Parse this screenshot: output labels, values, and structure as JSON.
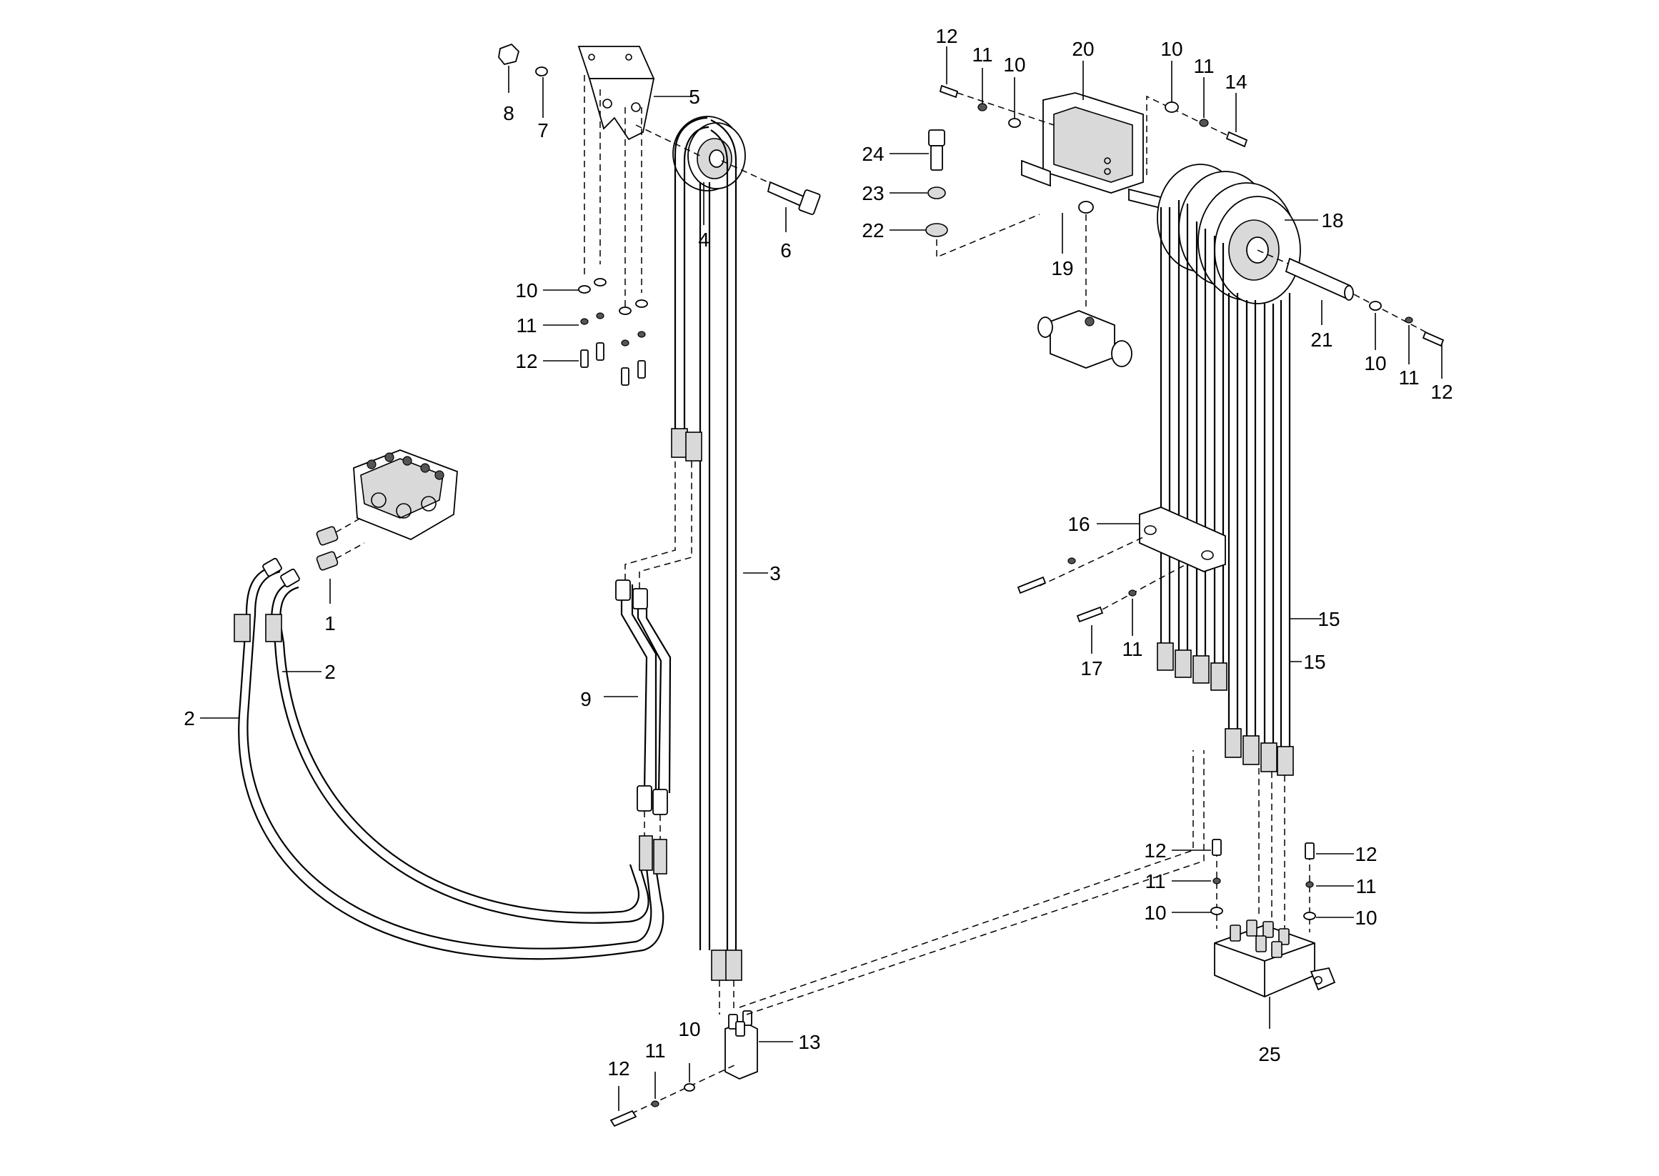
{
  "diagram": {
    "type": "exploded parts diagram",
    "callouts": [
      "1",
      "2",
      "2",
      "3",
      "4",
      "5",
      "6",
      "7",
      "8",
      "9",
      "10",
      "11",
      "12",
      "10",
      "11",
      "12",
      "13",
      "10",
      "11",
      "12",
      "14",
      "15",
      "15",
      "16",
      "17",
      "11",
      "18",
      "19",
      "20",
      "21",
      "10",
      "11",
      "12",
      "22",
      "23",
      "24",
      "10",
      "11",
      "12",
      "10",
      "11",
      "12",
      "25"
    ]
  }
}
